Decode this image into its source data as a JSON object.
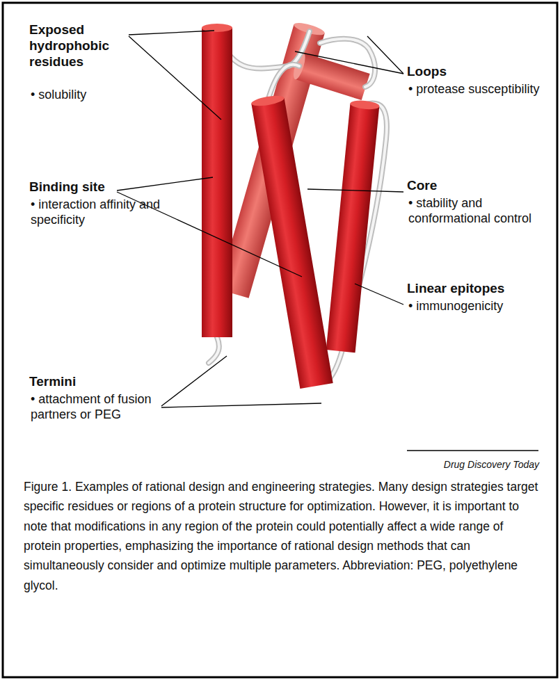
{
  "diagram": {
    "caption": "Figure 1. Examples of rational design and engineering strategies. Many design strategies target specific residues or regions of a protein structure for optimization. However, it is important to note that modifications in any region of the protein could potentially affect a wide range of protein properties, emphasizing the importance of rational design methods that can simultaneously consider and optimize multiple parameters. Abbreviation: PEG, polyethylene glycol.",
    "labels": [
      "Exposed hydrophobic residues",
      "• solubility",
      "Binding site",
      "• interaction affinity and specificity",
      "Termini",
      "• attachment of fusion partners or PEG",
      "Loops",
      "• protease susceptibility",
      "Core",
      "• stability and conformational control",
      "Linear epitopes",
      "• immunogenicity",
      "Drug Discovery Today"
    ]
  }
}
